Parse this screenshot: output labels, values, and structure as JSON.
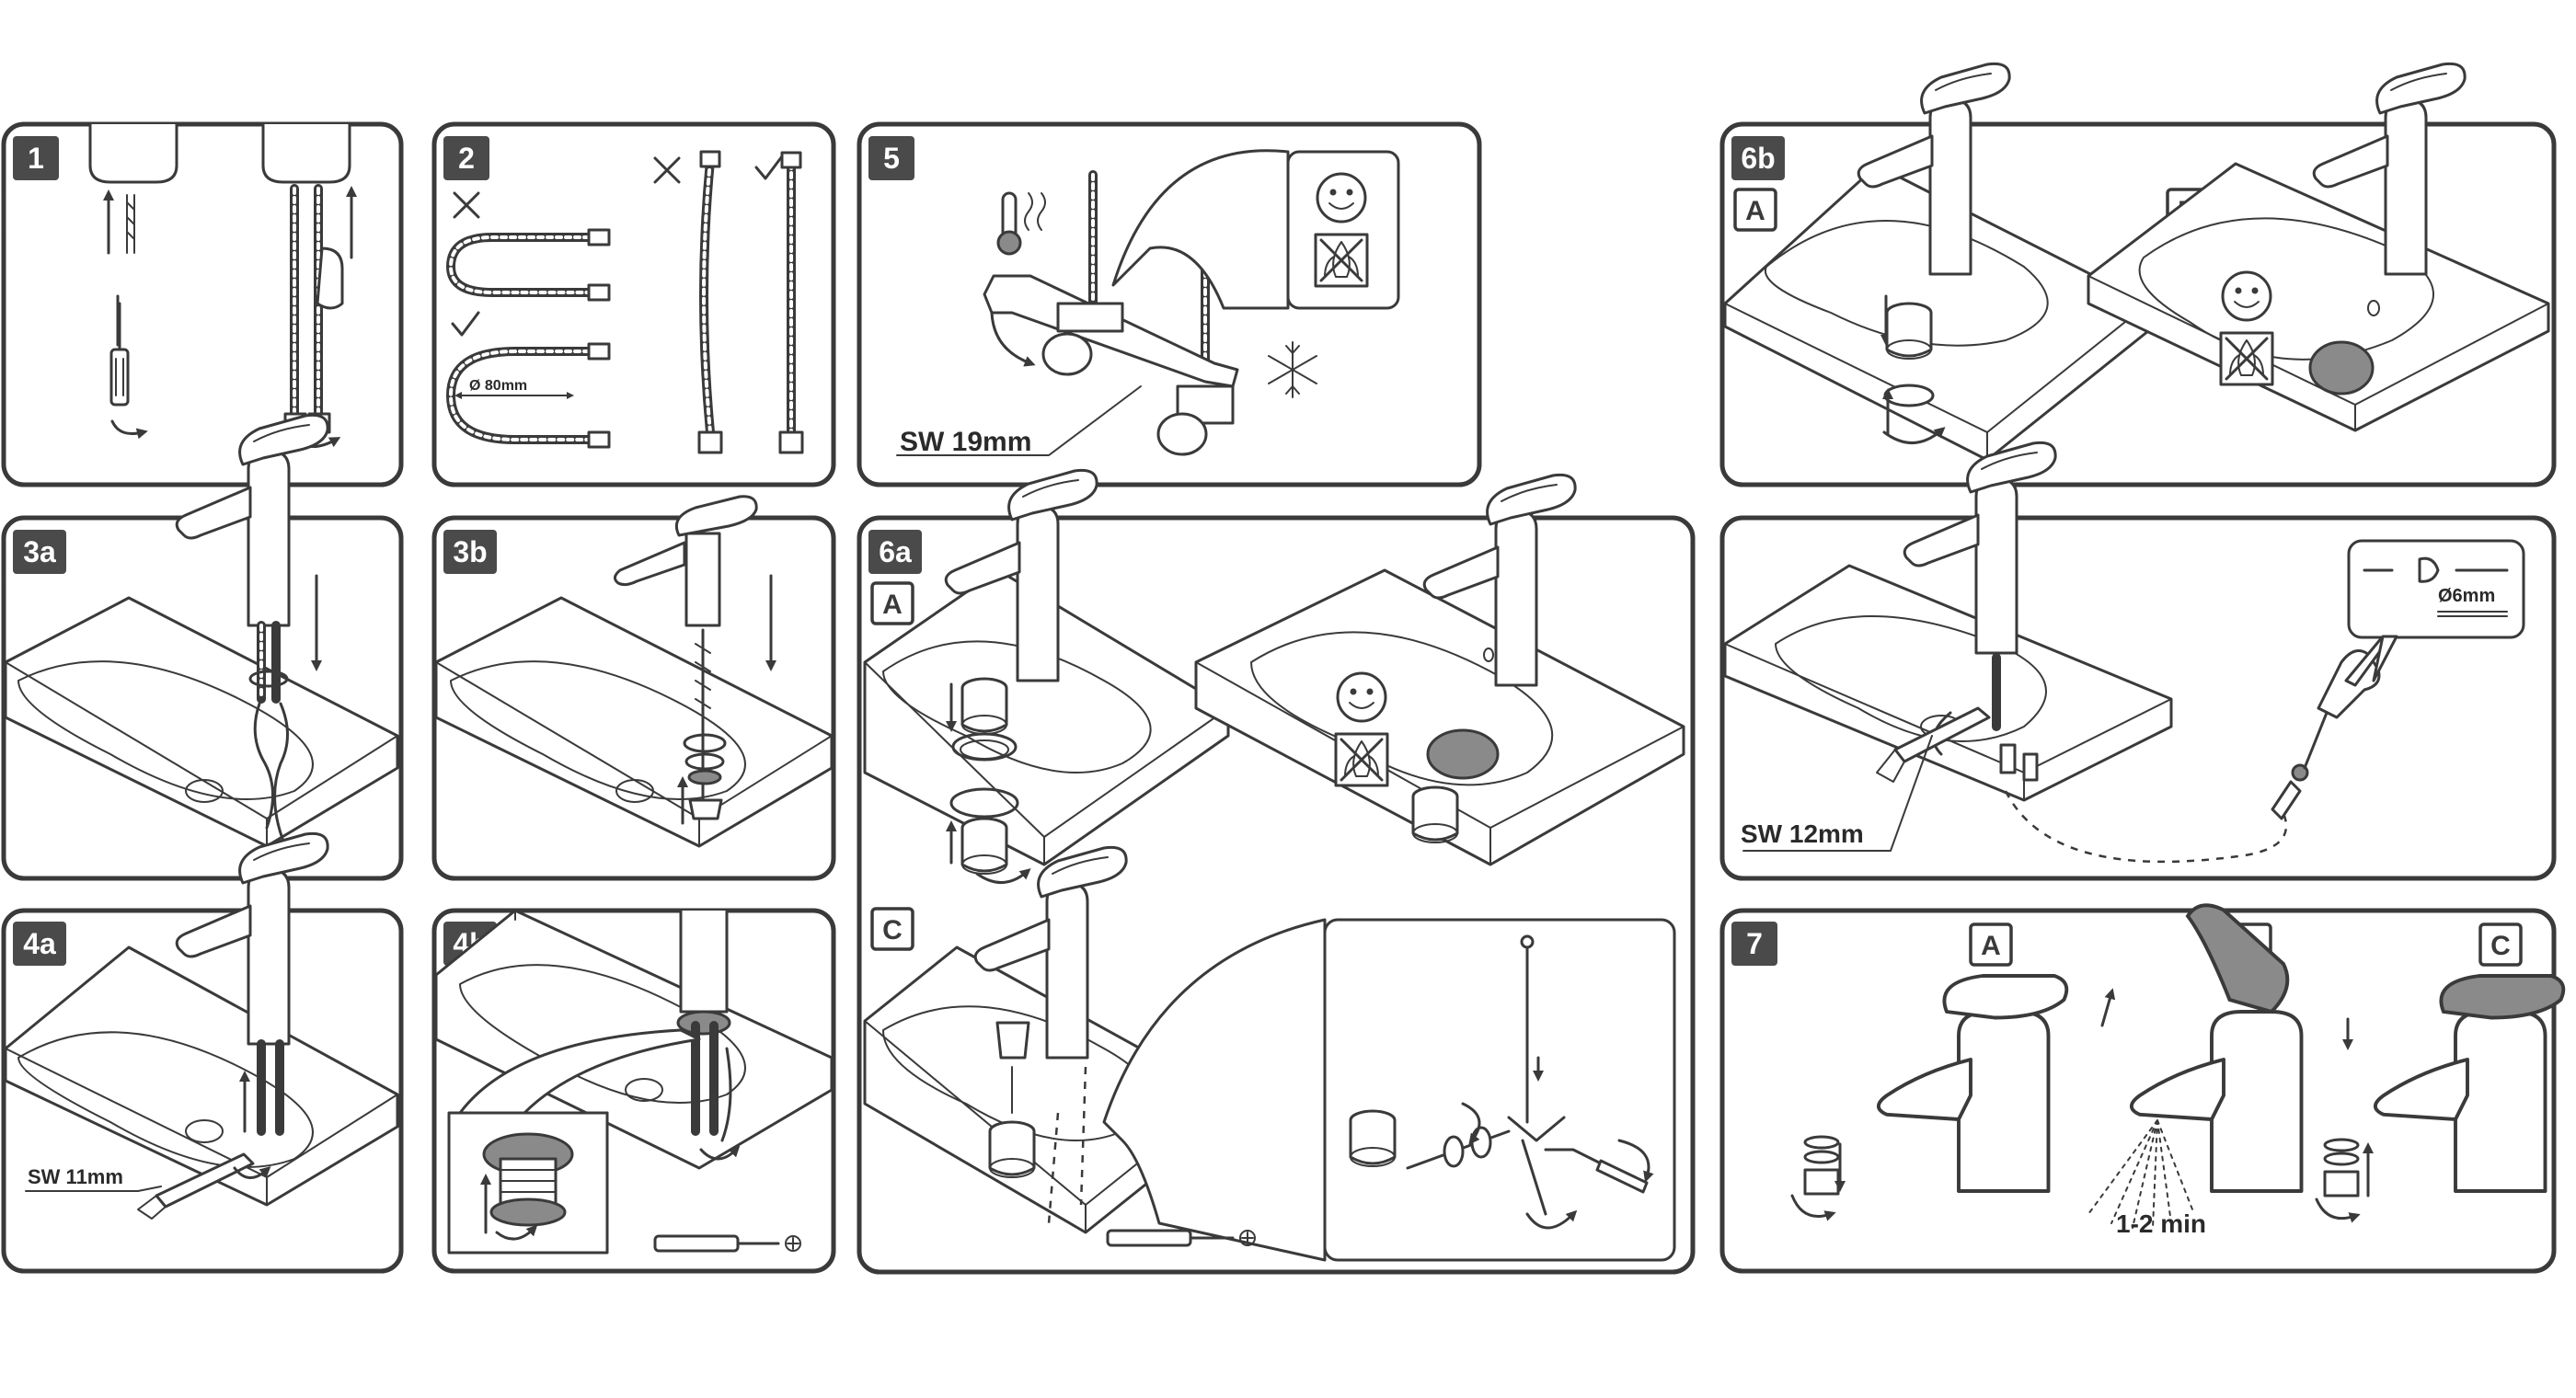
{
  "panels": {
    "p1": {
      "badge": "1"
    },
    "p2": {
      "badge": "2",
      "diameter": "Ø 80mm"
    },
    "p5": {
      "badge": "5",
      "wrench": "SW 19mm"
    },
    "p6b": {
      "badge": "6b",
      "sub_a": "A",
      "sub_b": "B"
    },
    "p3a": {
      "badge": "3a"
    },
    "p3b": {
      "badge": "3b"
    },
    "p6a": {
      "badge": "6a",
      "sub_a": "A",
      "sub_b": "B",
      "sub_c": "C"
    },
    "p_spray": {
      "wrench": "SW 12mm",
      "hose_diameter": "Ø6mm"
    },
    "p4a": {
      "badge": "4a",
      "wrench": "SW 11mm"
    },
    "p4b": {
      "badge": "4b"
    },
    "p7": {
      "badge": "7",
      "sub_a": "A",
      "sub_b": "B",
      "sub_c": "C",
      "flush_time": "1-2 min"
    }
  },
  "colors": {
    "stroke": "#3a3a3a",
    "badge_fill": "#4a4a4a",
    "accent_gray": "#8a8a8a"
  }
}
